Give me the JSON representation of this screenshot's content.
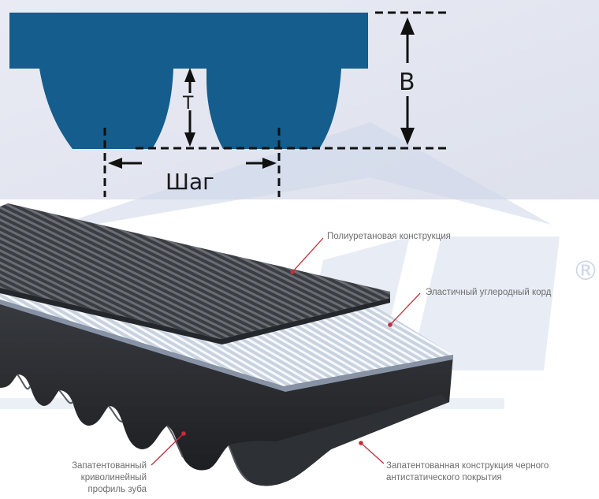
{
  "profile": {
    "height_label": "B",
    "tooth_label": "T",
    "pitch_label": "Шаг",
    "belt_color": "#145d8c"
  },
  "callouts": {
    "polyurethane": "Полиуретановая конструкция",
    "carbon_cord": "Эластичный углеродный корд",
    "tooth_profile": [
      "Запатентованный",
      "криволинейный",
      "профиль зуба"
    ],
    "antistatic_coating": [
      "Запатентованная конструкция черного",
      "антистатического покрытия"
    ]
  },
  "watermark": {
    "registered_mark": "®"
  },
  "colors": {
    "leader": "#c0303a",
    "label_text": "#6d6d6d",
    "top_band": "#e5e8f2",
    "watermark": "#cdd7ea"
  }
}
